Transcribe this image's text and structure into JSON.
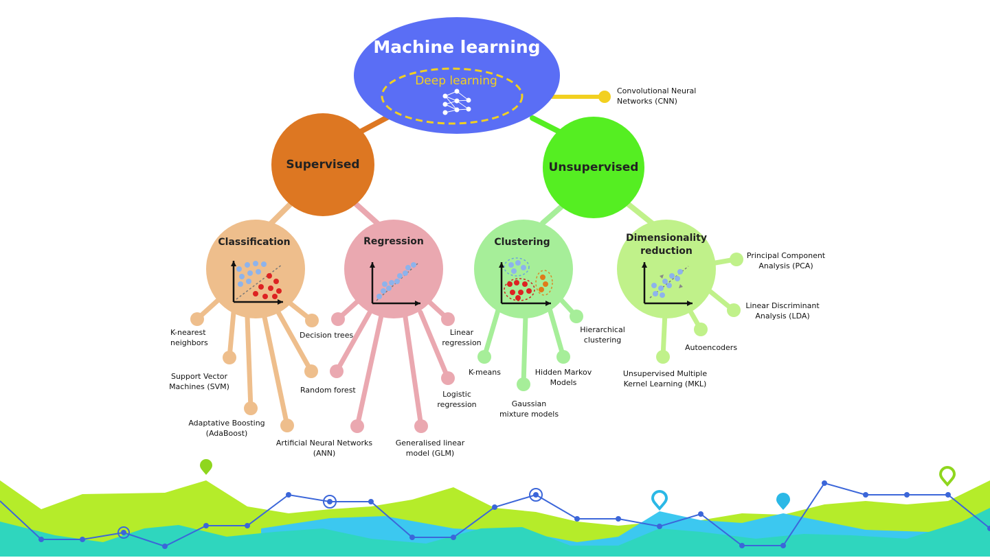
{
  "root": {
    "title": "Machine learning",
    "inner": "Deep learning",
    "side_label": "Convolutional Neural\nNetworks (CNN)"
  },
  "branches": {
    "supervised": "Supervised",
    "unsupervised": "Unsupervised"
  },
  "subs": {
    "classification": "Classification",
    "regression": "Regression",
    "clustering": "Clustering",
    "dimred": "Dimensionality\nreduction"
  },
  "leaves": {
    "knn": "K-nearest\nneighbors",
    "svm": "Support Vector\nMachines (SVM)",
    "adaboost": "Adaptative Boosting\n(AdaBoost)",
    "ann": "Artificial Neural Networks\n(ANN)",
    "dtree": "Decision trees",
    "rforest": "Random forest",
    "glm": "Generalised linear\nmodel (GLM)",
    "logreg": "Logistic\nregression",
    "linreg": "Linear\nregression",
    "kmeans": "K-means",
    "gmm": "Gaussian\nmixture models",
    "hmm": "Hidden Markov\nModels",
    "hclust": "Hierarchical\nclustering",
    "mkl": "Unsupervised Multiple\nKernel Learning (MKL)",
    "autoenc": "Autoencoders",
    "lda": "Linear Discriminant\nAnalysis (LDA)",
    "pca": "Principal Component\nAnalysis (PCA)"
  },
  "colors": {
    "root": "#5a6ef5",
    "deep": "#f2d020",
    "supervised": "#dd7722",
    "unsupervised": "#55ee22",
    "classification": "#eebe8c",
    "regression": "#eaa8b0",
    "clustering": "#a6ee99",
    "dimred": "#c0f18a",
    "decor_lime": "#b5ec2a",
    "decor_teal": "#2fd6be",
    "decor_sky": "#3cc8f0",
    "decor_line": "#3b66d9"
  }
}
